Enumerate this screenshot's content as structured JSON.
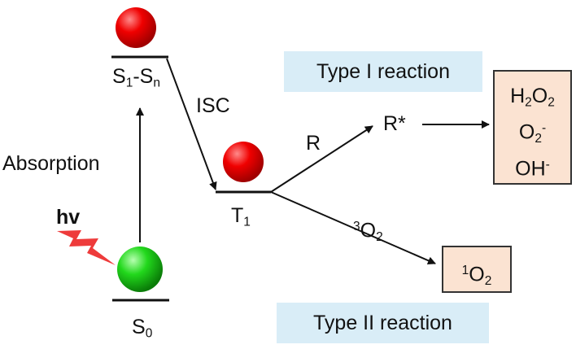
{
  "states": {
    "s1sn": {
      "main": "S",
      "sub1": "1",
      "dash": "-S",
      "sub2": "n"
    },
    "t1": {
      "main": "T",
      "sub": "1"
    },
    "s0": {
      "main": "S",
      "sub": "0"
    }
  },
  "transitions": {
    "isc": "ISC",
    "absorption": "Absorption",
    "hv": "hv",
    "r": "R",
    "r_star": "R*",
    "o2_main": "O",
    "o2_sup": "3",
    "o2_sub": "2"
  },
  "boxes": {
    "type1": "Type I reaction",
    "type2": "Type II reaction",
    "products1": [
      {
        "main": "H",
        "sub": "2",
        "mid": "O",
        "sub2": "2"
      },
      {
        "main": "O",
        "sub": "2",
        "sup": "-"
      },
      {
        "main": "OH",
        "sup": "-"
      }
    ],
    "product2": {
      "sup": "1",
      "main": "O",
      "sub": "2"
    }
  },
  "colors": {
    "excited": "#e00000",
    "ground": "#22c51f",
    "lightning": "#ee3b3b",
    "type_box_bg": "#d9edf7",
    "product_box_bg": "#fbe3d2"
  }
}
